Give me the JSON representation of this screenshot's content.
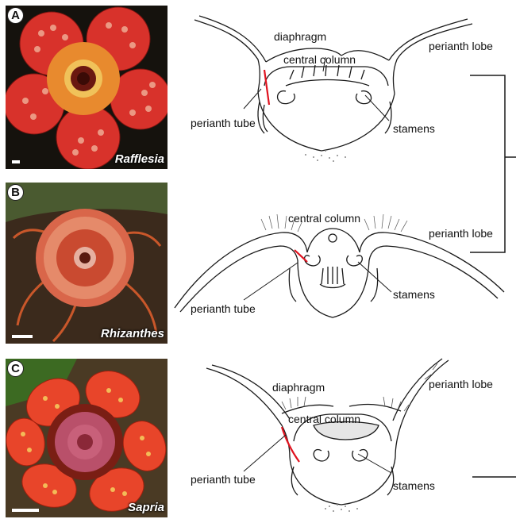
{
  "panels": [
    {
      "letter": "A",
      "genus": "Rafflesia",
      "labels": {
        "diaphragm": "diaphragm",
        "central_column": "central column",
        "perianth_lobe": "perianth lobe",
        "perianth_tube": "perianth tube",
        "stamens": "stamens"
      }
    },
    {
      "letter": "B",
      "genus": "Rhizanthes",
      "labels": {
        "central_column": "central column",
        "perianth_lobe": "perianth lobe",
        "perianth_tube": "perianth tube",
        "stamens": "stamens"
      }
    },
    {
      "letter": "C",
      "genus": "Sapria",
      "labels": {
        "diaphragm": "diaphragm",
        "central_column": "central column",
        "perianth_lobe": "perianth lobe",
        "perianth_tube": "perianth tube",
        "stamens": "stamens"
      }
    }
  ],
  "colors": {
    "tube_highlight": "#e0131f",
    "line": "#1a1a1a"
  }
}
